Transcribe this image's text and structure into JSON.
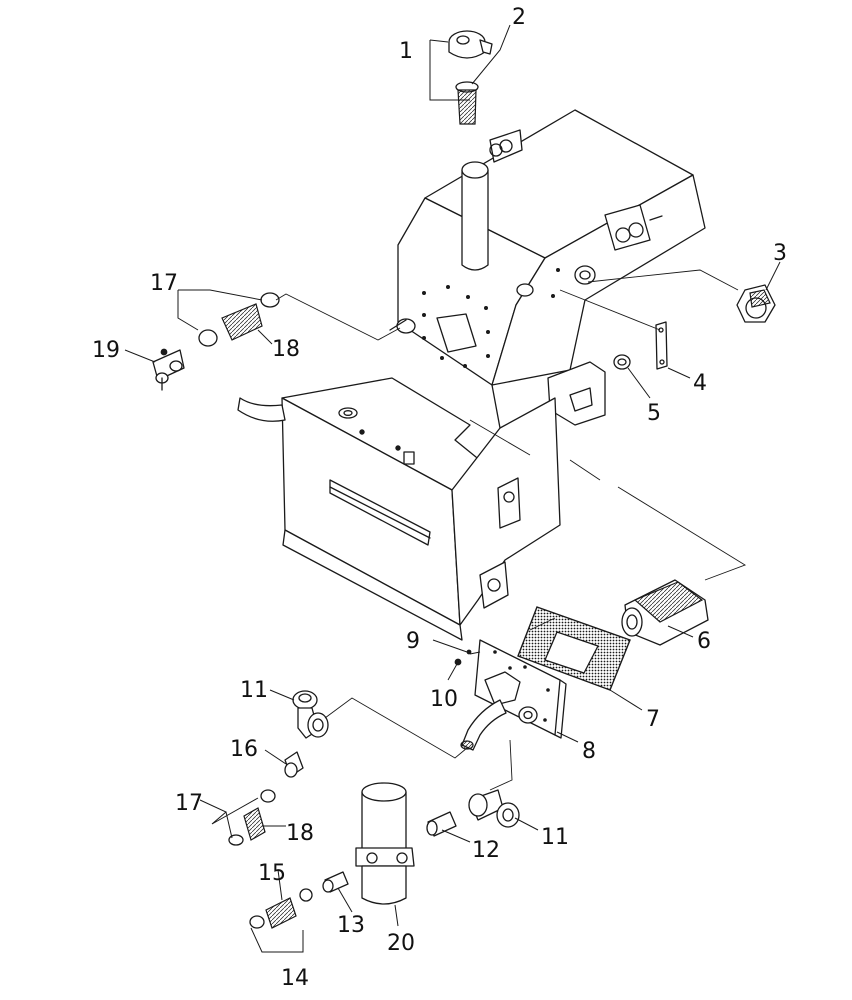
{
  "diagram": {
    "line_color": "#1a1a1a",
    "background": "#ffffff",
    "callouts": [
      {
        "id": "c1",
        "label": "1"
      },
      {
        "id": "c2",
        "label": "2"
      },
      {
        "id": "c3",
        "label": "3"
      },
      {
        "id": "c4",
        "label": "4"
      },
      {
        "id": "c5",
        "label": "5"
      },
      {
        "id": "c6",
        "label": "6"
      },
      {
        "id": "c7",
        "label": "7"
      },
      {
        "id": "c8",
        "label": "8"
      },
      {
        "id": "c9",
        "label": "9"
      },
      {
        "id": "c10",
        "label": "10"
      },
      {
        "id": "c11a",
        "label": "11"
      },
      {
        "id": "c11b",
        "label": "11"
      },
      {
        "id": "c12",
        "label": "12"
      },
      {
        "id": "c13",
        "label": "13"
      },
      {
        "id": "c14",
        "label": "14"
      },
      {
        "id": "c15",
        "label": "15"
      },
      {
        "id": "c16",
        "label": "16"
      },
      {
        "id": "c17a",
        "label": "17"
      },
      {
        "id": "c17b",
        "label": "17"
      },
      {
        "id": "c18a",
        "label": "18"
      },
      {
        "id": "c18b",
        "label": "18"
      },
      {
        "id": "c19",
        "label": "19"
      },
      {
        "id": "c20",
        "label": "20"
      }
    ]
  }
}
